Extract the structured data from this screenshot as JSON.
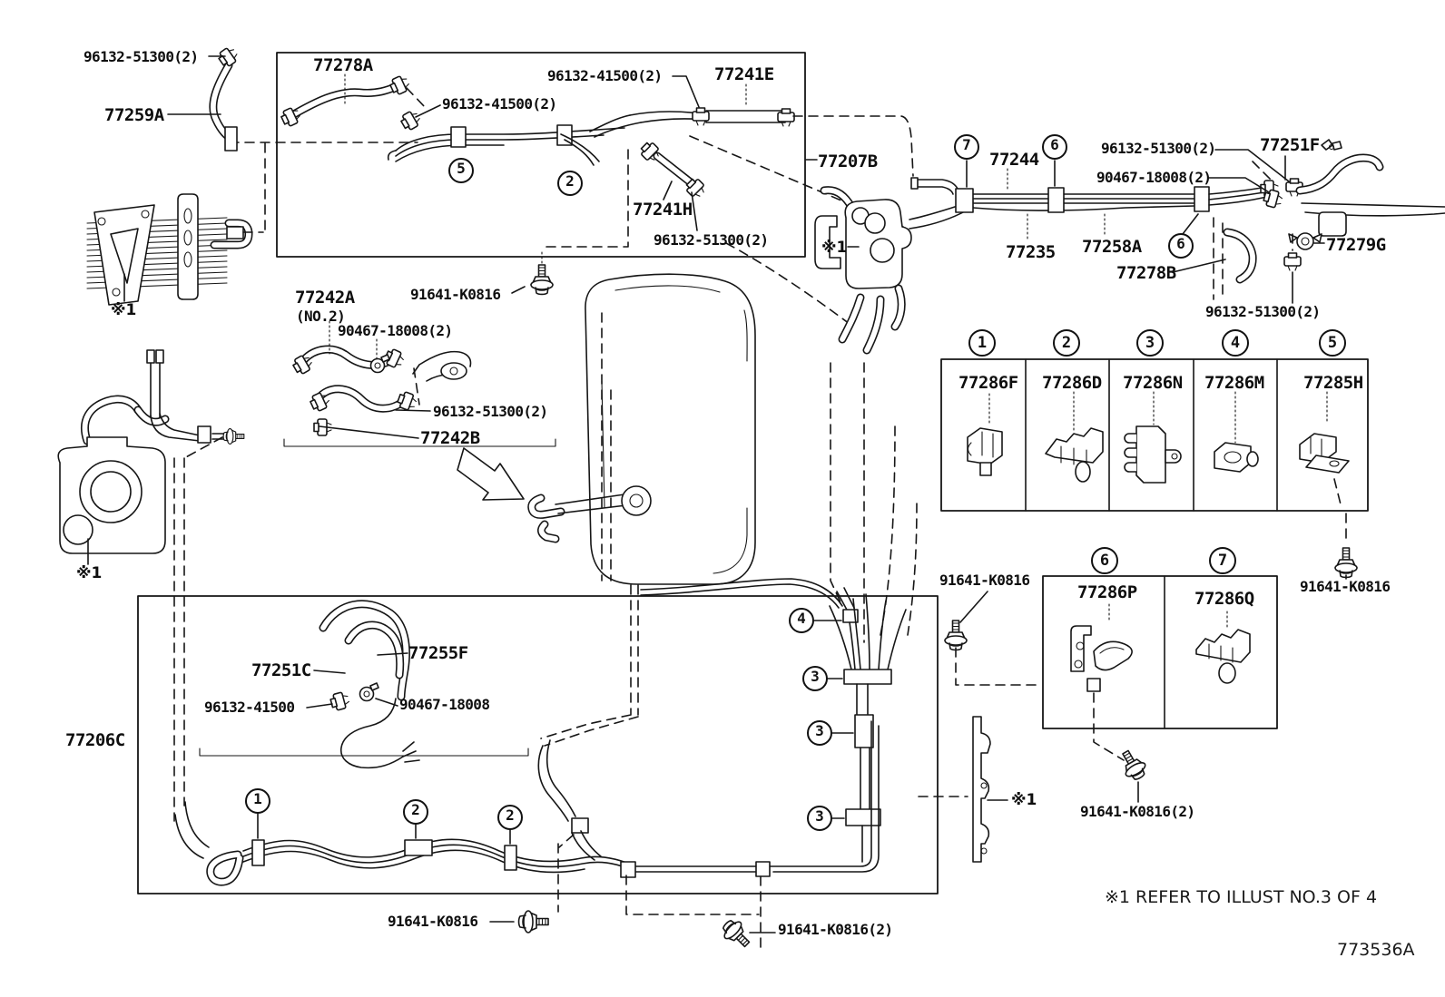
{
  "figure": {
    "code": "773536A",
    "ref_note": "※1 REFER TO ILLUST NO.3 OF 4",
    "ref_mark": "※1"
  },
  "labels": {
    "clamp_51300_tl": "96132-51300(2)",
    "hose_77259a": "77259A",
    "hose_77278a": "77278A",
    "clamp_41500_a": "96132-41500(2)",
    "clamp_41500_b": "96132-41500(2)",
    "tube_77241e": "77241E",
    "tube_77207b": "77207B",
    "tube_77241h": "77241H",
    "clamp_51300_b": "96132-51300(2)",
    "bolt_k0816_a": "91641-K0816",
    "hose_77242a": "77242A",
    "hose_77242a_sub": "(NO.2)",
    "clip_18008_a": "90467-18008(2)",
    "clamp_51300_c": "96132-51300(2)",
    "hose_77242b": "77242B",
    "tube_77244": "77244",
    "clamp_51300_d": "96132-51300(2)",
    "clip_18008_b": "90467-18008(2)",
    "hose_77251f": "77251F",
    "tube_77235": "77235",
    "tube_77258a": "77258A",
    "grommet_77279g": "77279G",
    "hose_77278b": "77278B",
    "clamp_51300_e": "96132-51300(2)",
    "tube_77206c": "77206C",
    "hose_77255f": "77255F",
    "hose_77251c": "77251C",
    "clamp_41500_c": "96132-41500",
    "clip_18008_c": "90467-18008",
    "bolt_k0816_b": "91641-K0816",
    "bolt_k0816_c": "91641-K0816",
    "bolt_k0816_d": "91641-K0816(2)",
    "bolt_k0816_e": "91641-K0816",
    "bolt_k0816_f": "91641-K0816(2)"
  },
  "callouts": {
    "c1": "1",
    "c2": "2",
    "c3": "3",
    "c4": "4",
    "c5": "5",
    "c6": "6",
    "c7": "7"
  },
  "legend_row1": {
    "items": [
      {
        "num": "1",
        "part": "77286F"
      },
      {
        "num": "2",
        "part": "77286D"
      },
      {
        "num": "3",
        "part": "77286N"
      },
      {
        "num": "4",
        "part": "77286M"
      },
      {
        "num": "5",
        "part": "77285H"
      }
    ]
  },
  "legend_row2": {
    "items": [
      {
        "num": "6",
        "part": "77286P"
      },
      {
        "num": "7",
        "part": "77286Q"
      }
    ]
  }
}
